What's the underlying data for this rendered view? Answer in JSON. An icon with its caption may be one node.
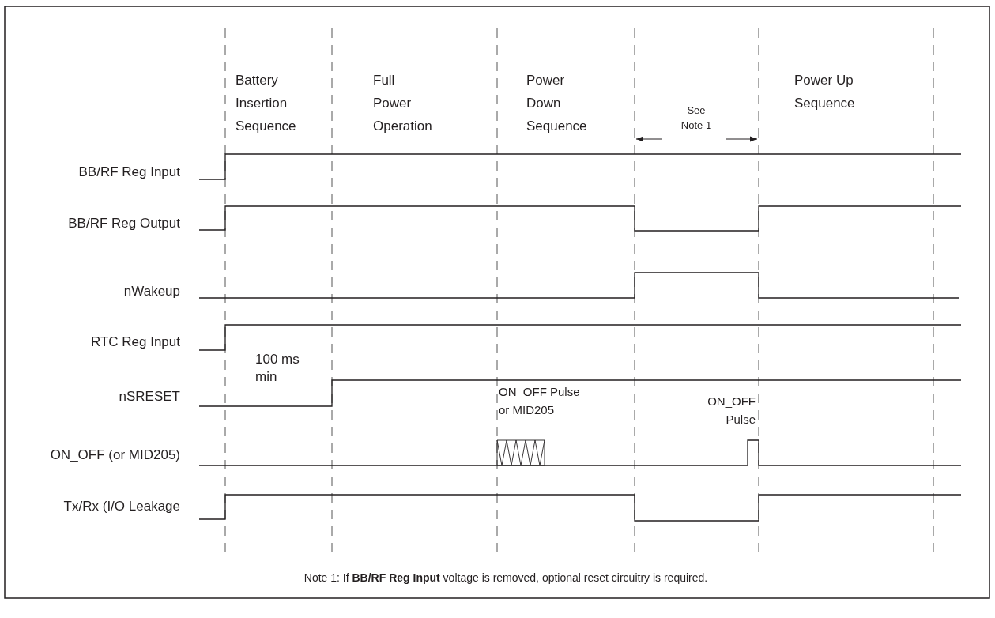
{
  "diagram": {
    "labels": [
      "Battery Insertion Sequence",
      "Full Power Operation",
      "Power Down Sequence",
      "See Note 1",
      "Power Up Sequence",
      "BB/RF Reg Input",
      "BB/RF Reg Output",
      "nWakeup",
      "RTC Reg Input",
      "100 ms min",
      "nSRESET",
      "ON_OFF Pulse or MID205",
      "ON_OFF Pulse",
      "ON_OFF (or MID205)",
      "Tx/Rx (I/O Leakage",
      "Note 1:  If **BB/RF Reg Input** voltage is removed, optional reset circuitry is required."
    ]
  }
}
